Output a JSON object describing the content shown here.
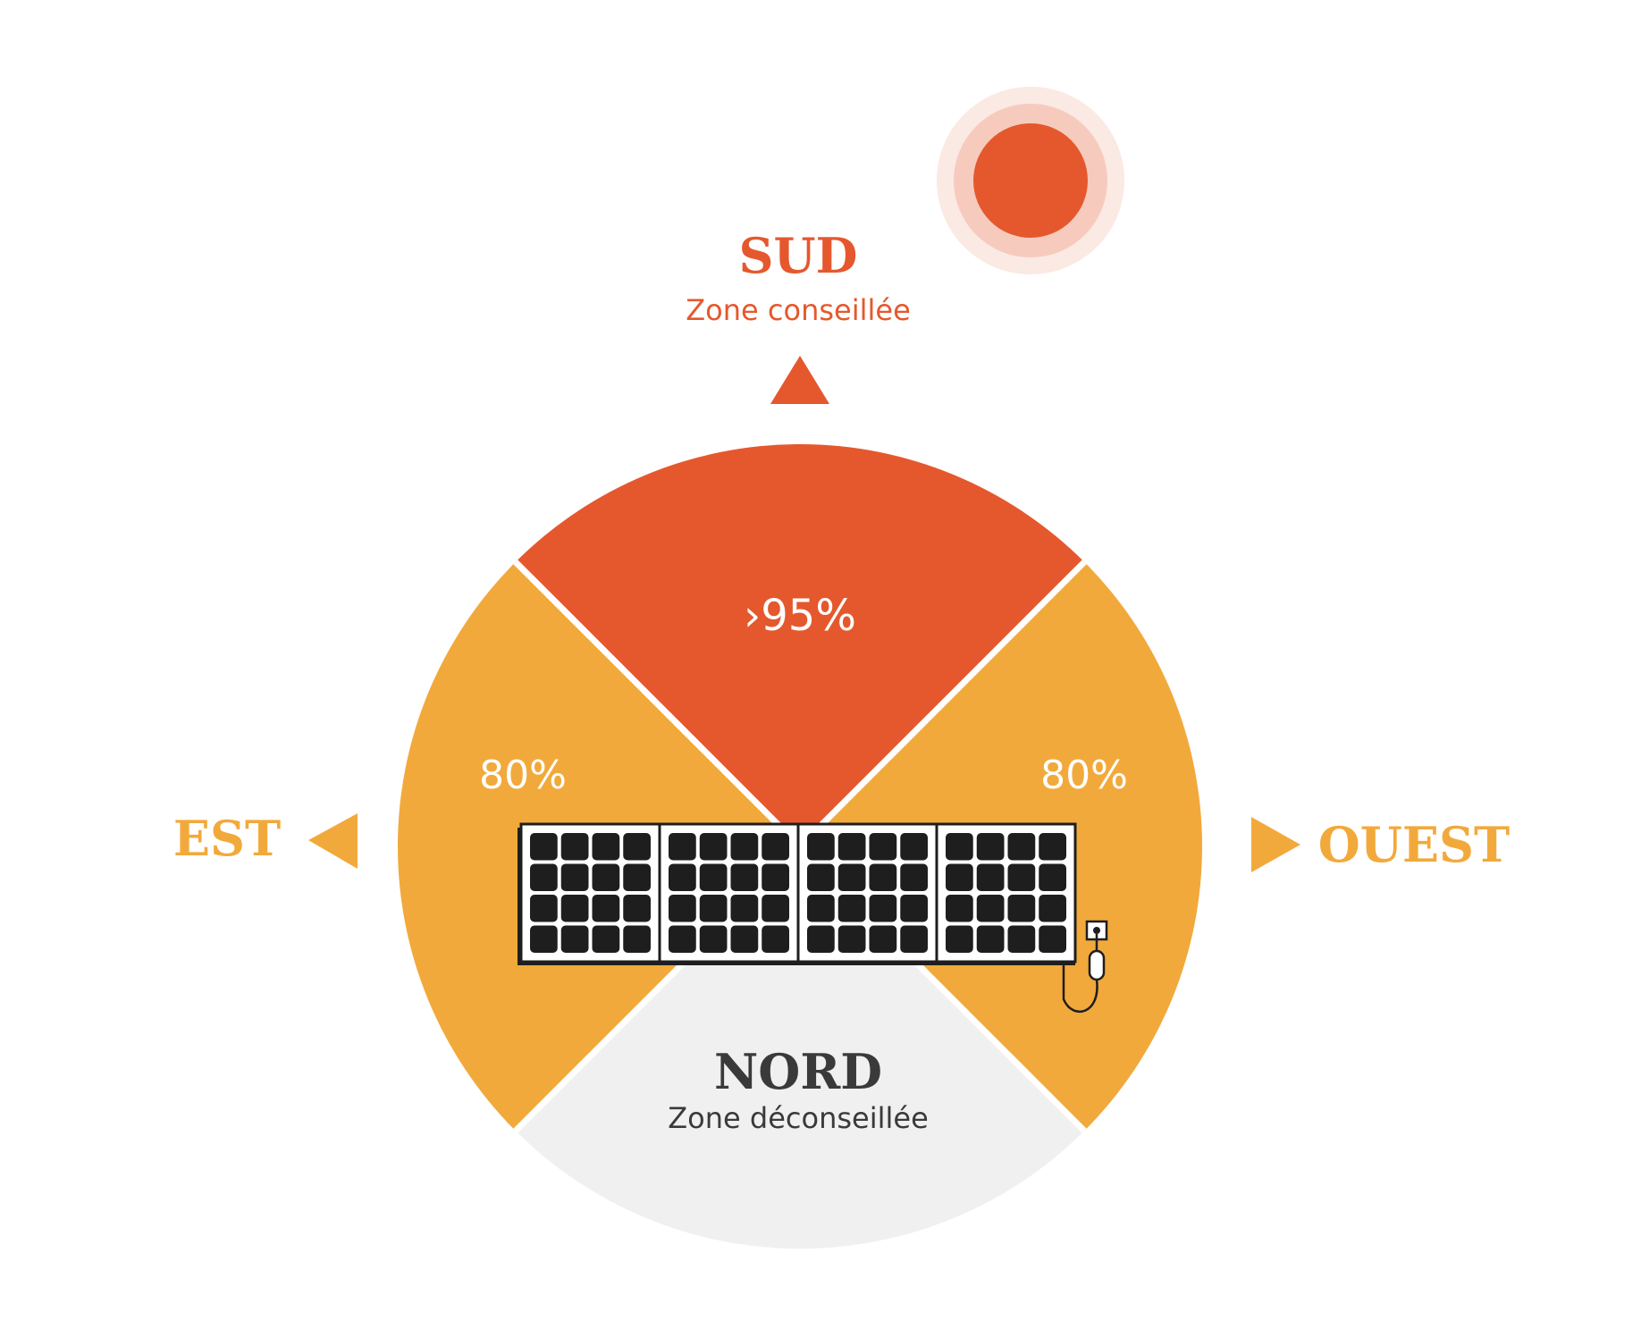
{
  "colors": {
    "south": "#e5582d",
    "east_west": "#f2a93b",
    "north": "#f0f0f0",
    "north_text": "#3a3a3a",
    "sun_core": "#e5582d",
    "sun_halo_inner": "#f6cbbd",
    "sun_halo_outer": "#fbe9e3",
    "panel": "#1e1e1e",
    "divider": "#ffffff"
  },
  "south": {
    "direction": "SUD",
    "zone": "Zone conseillée",
    "yield": "›95%"
  },
  "east": {
    "direction": "EST",
    "yield": "80%"
  },
  "west": {
    "direction": "OUEST",
    "yield": "80%"
  },
  "north": {
    "direction": "NORD",
    "zone": "Zone déconseillée"
  },
  "icons": {
    "sun": "sun-icon",
    "panel": "solar-panel-icon",
    "plug": "plug-icon"
  }
}
